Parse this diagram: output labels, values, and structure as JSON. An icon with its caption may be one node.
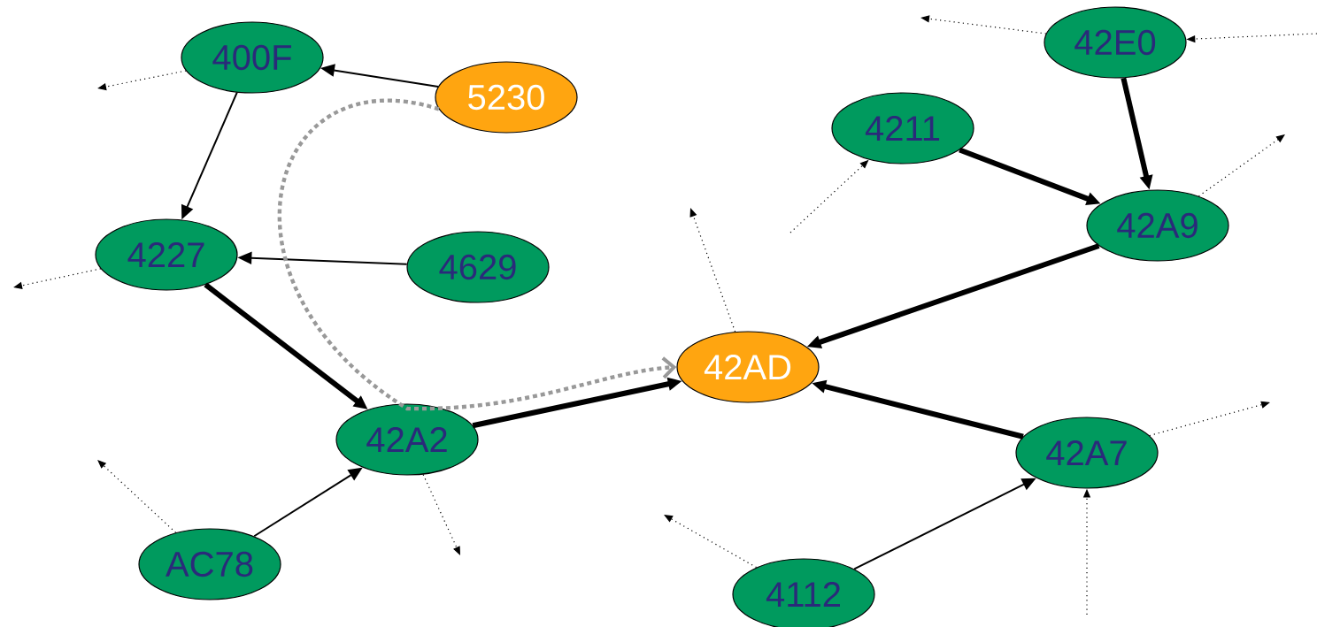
{
  "diagram": {
    "nodes": [
      {
        "text": [
          "400F"
        ]
      },
      {
        "text": [
          "5230"
        ]
      },
      {
        "text": [
          "4227"
        ]
      },
      {
        "text": [
          "4629"
        ]
      },
      {
        "text": [
          "42A2"
        ]
      },
      {
        "text": [
          "AC78"
        ]
      },
      {
        "text": [
          "42AD"
        ]
      },
      {
        "text": [
          "4211"
        ]
      },
      {
        "text": [
          "42E0"
        ]
      },
      {
        "text": [
          "42A9"
        ]
      },
      {
        "text": [
          "42A7"
        ]
      },
      {
        "text": [
          "4112"
        ]
      }
    ],
    "edges": [
      {
        "from": 1,
        "to": 0,
        "arrow": "to"
      },
      {
        "from": 0,
        "to": 2,
        "arrow": "to"
      },
      {
        "from": 3,
        "to": 2,
        "arrow": "to"
      },
      {
        "from": 2,
        "to": 4,
        "arrow": "to",
        "style": "thick"
      },
      {
        "from": 5,
        "to": 4,
        "arrow": "to"
      },
      {
        "from": 4,
        "to": 6,
        "arrow": "to",
        "style": "thick"
      },
      {
        "from": 9,
        "to": 6,
        "arrow": "to",
        "style": "thick"
      },
      {
        "from": 10,
        "to": 6,
        "arrow": "to",
        "style": "thick"
      },
      {
        "from": 7,
        "to": 9,
        "arrow": "to",
        "style": "thick"
      },
      {
        "from": 8,
        "to": 9,
        "arrow": "to",
        "style": "thick"
      },
      {
        "from": 11,
        "to": 10,
        "arrow": "to"
      },
      {
        "from": 1,
        "to": 6,
        "arrow": "to",
        "style": "dashed",
        "color": "#999999"
      },
      {
        "from": 0,
        "to": null,
        "arrow": "to",
        "style": "dashed"
      },
      {
        "from": 2,
        "to": null,
        "arrow": "to",
        "style": "dashed"
      },
      {
        "from": 5,
        "to": null,
        "arrow": "to",
        "style": "dashed"
      },
      {
        "from": 4,
        "to": null,
        "arrow": "to",
        "style": "dashed"
      },
      {
        "from": 6,
        "to": null,
        "arrow": "to",
        "style": "dashed"
      },
      {
        "from": null,
        "to": 7,
        "arrow": "to",
        "style": "dashed"
      },
      {
        "from": 8,
        "to": null,
        "arrow": "to",
        "style": "dashed"
      },
      {
        "from": null,
        "to": 8,
        "arrow": "to",
        "style": "dashed"
      },
      {
        "from": 9,
        "to": null,
        "arrow": "to",
        "style": "dashed"
      },
      {
        "from": 10,
        "to": null,
        "arrow": "to",
        "style": "dashed"
      },
      {
        "from": null,
        "to": 10,
        "arrow": "to",
        "style": "dashed"
      },
      {
        "from": 11,
        "to": null,
        "arrow": "to",
        "style": "dashed"
      }
    ]
  }
}
